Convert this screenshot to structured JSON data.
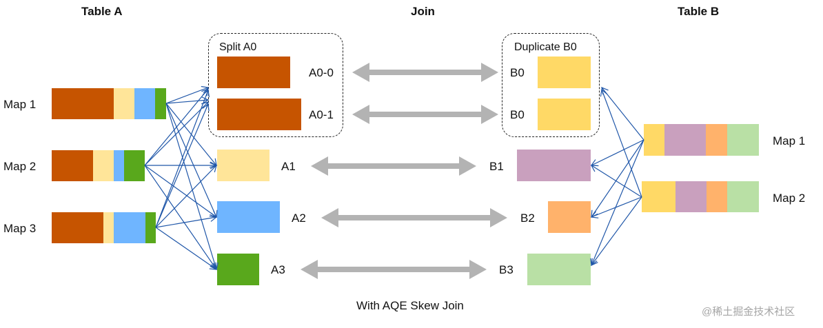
{
  "headers": {
    "table_a": "Table A",
    "join": "Join",
    "table_b": "Table B"
  },
  "caption": "With AQE Skew Join",
  "watermark": "@稀土掘金技术社区",
  "colors": {
    "partition_0": "#C65400",
    "partition_0_b": "#FFD966",
    "partition_1_a": "#FFE599",
    "partition_1_b": "#C9A0BE",
    "partition_2_a": "#6FB5FF",
    "partition_2_b": "#FFB26B",
    "partition_3_a": "#59A81C",
    "partition_3_b": "#B9E0A5",
    "arrow": "#1F56A8",
    "join_arrow": "#B3B3B3"
  },
  "table_a": {
    "maps": [
      {
        "label": "Map 1"
      },
      {
        "label": "Map 2"
      },
      {
        "label": "Map 3"
      }
    ],
    "split_group": {
      "title": "Split A0",
      "parts": [
        "A0-0",
        "A0-1"
      ]
    },
    "partitions": [
      "A1",
      "A2",
      "A3"
    ]
  },
  "table_b": {
    "maps": [
      {
        "label": "Map 1"
      },
      {
        "label": "Map 2"
      }
    ],
    "duplicate_group": {
      "title": "Duplicate B0",
      "parts": [
        "B0",
        "B0"
      ]
    },
    "partitions": [
      "B1",
      "B2",
      "B3"
    ]
  }
}
